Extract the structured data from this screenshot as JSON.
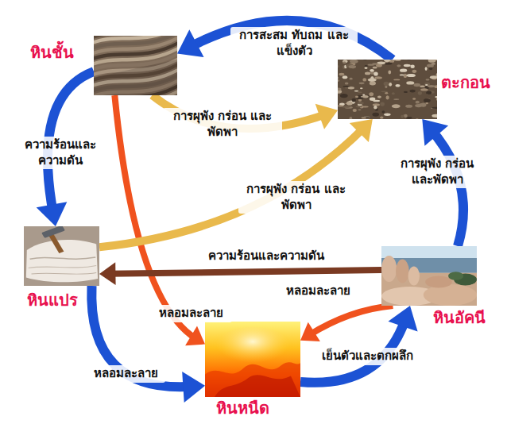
{
  "diagram": {
    "nodes": [
      {
        "text": [
          "หินชั้น"
        ]
      },
      {
        "text": [
          "ตะกอน"
        ]
      },
      {
        "text": [
          "หินแปร"
        ]
      },
      {
        "text": [
          "หินอัคนี"
        ]
      },
      {
        "text": [
          "หินหนืด"
        ]
      }
    ],
    "edges": [
      {
        "from": 1,
        "to": 0,
        "label": "การสะสม ทับถม และแข็งตัว",
        "arrow": "to"
      },
      {
        "from": 0,
        "to": 1,
        "label": "การผุพัง กร่อน และพัดพา",
        "arrow": "to"
      },
      {
        "from": 0,
        "to": 2,
        "label": "ความร้อนและ ความดัน",
        "arrow": "to"
      },
      {
        "from": 0,
        "to": 4,
        "label": "หลอมละลาย",
        "arrow": "to"
      },
      {
        "from": 2,
        "to": 1,
        "label": "การผุพัง กร่อน และพัดพา",
        "arrow": "to"
      },
      {
        "from": 3,
        "to": 1,
        "label": "การผุพัง กร่อน และพัดพา",
        "arrow": "to"
      },
      {
        "from": 3,
        "to": 2,
        "label": "ความร้อนและความดัน",
        "arrow": "to"
      },
      {
        "from": 3,
        "to": 4,
        "label": "หลอมละลาย",
        "arrow": "to"
      },
      {
        "from": 2,
        "to": 4,
        "label": "หลอมละลาย",
        "arrow": "to"
      },
      {
        "from": 4,
        "to": 3,
        "label": "เย็นตัวและตกผลึก",
        "arrow": "to"
      }
    ]
  }
}
